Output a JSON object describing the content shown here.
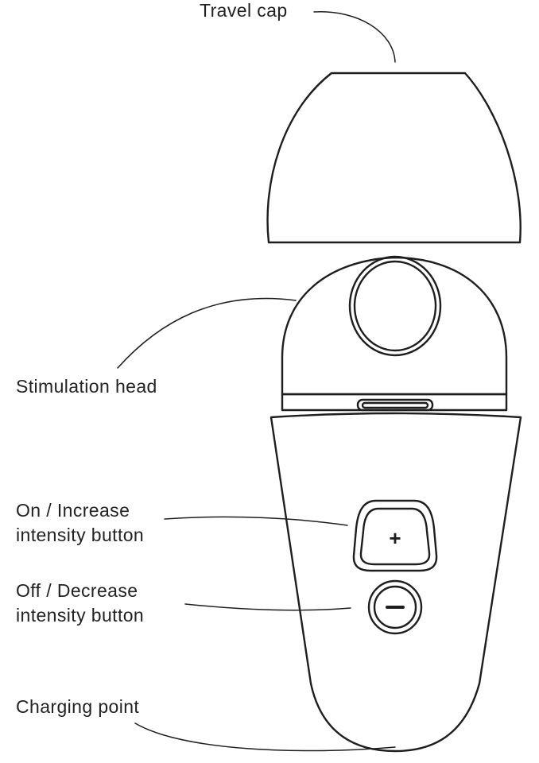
{
  "labels": {
    "travel_cap": "Travel cap",
    "stimulation_head": "Stimulation head",
    "on_increase_line1": "On / Increase",
    "on_increase_line2": "intensity button",
    "off_decrease_line1": "Off / Decrease",
    "off_decrease_line2": "intensity button",
    "charging_point": "Charging point"
  },
  "buttons": {
    "plus_symbol": "+",
    "minus_symbol": "−"
  },
  "colors": {
    "line": "#1e1e1e",
    "text": "#222222",
    "background": "#ffffff"
  }
}
